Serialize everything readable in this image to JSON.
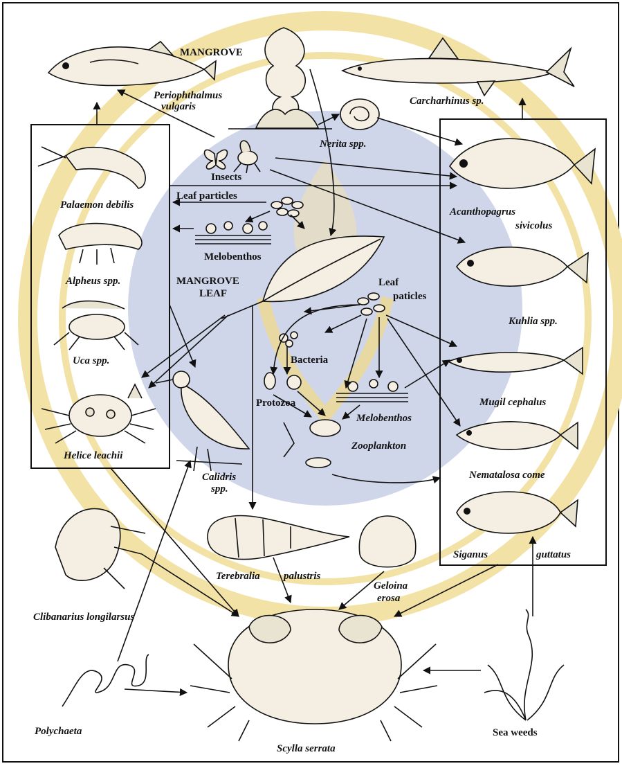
{
  "title": "MANGROVE",
  "colors": {
    "watermark_circle": "#cfd6ea",
    "watermark_gold": "#f3e2a6",
    "ink": "#111111"
  },
  "labels": {
    "periophthalmus_1": "Periophthalmus",
    "periophthalmus_2": "vulgaris",
    "carcharhinus": "Carcharhinus sp.",
    "nerita": "Nerita spp.",
    "insects": "Insects",
    "leaf_particles_top": "Leaf particles",
    "melobenthos_top": "Melobenthos",
    "mangrove_leaf_1": "MANGROVE",
    "mangrove_leaf_2": "LEAF",
    "leaf_particles_mid_1": "Leaf",
    "leaf_particles_mid_2": "paticles",
    "bacteria": "Bacteria",
    "protozoa": "Protozoa",
    "melobenthos_mid": "Melobenthos",
    "zooplankton": "Zooplankton",
    "palaemon": "Palaemon debilis",
    "alpheus": "Alpheus spp.",
    "uca": "Uca spp.",
    "helice": "Helice leachii",
    "acanthopagrus_1": "Acanthopagrus",
    "acanthopagrus_2": "sivicolus",
    "kuhlia": "Kuhlia spp.",
    "mugil": "Mugil cephalus",
    "nematalosa": "Nematalosa come",
    "siganus_1": "Siganus",
    "siganus_2": "guttatus",
    "calidris_1": "Calidris",
    "calidris_2": "spp.",
    "terebralia_1": "Terebralia",
    "terebralia_2": "palustris",
    "geloina_1": "Geloina",
    "geloina_2": "erosa",
    "clibanarius": "Clibanarius longilarsus",
    "polychaeta": "Polychaeta",
    "scylla": "Scylla serrata",
    "sea_weeds": "Sea weeds"
  },
  "icons": [
    "mangrove-tree-icon",
    "mudskipper-icon",
    "shark-icon",
    "snail-icon",
    "butterfly-icon",
    "fly-icon",
    "leaf-particles-icon",
    "melobenthos-icon",
    "mangrove-leaf-icon",
    "bacteria-icon",
    "protozoa-icon",
    "zooplankton-icon",
    "shrimp-icon",
    "snapping-shrimp-icon",
    "fiddler-crab-icon",
    "crab-icon",
    "bream-icon",
    "kuhlia-fish-icon",
    "mullet-icon",
    "gizzard-shad-icon",
    "rabbitfish-icon",
    "sandpiper-icon",
    "terebralia-shell-icon",
    "clam-icon",
    "hermit-crab-icon",
    "worm-icon",
    "mud-crab-icon",
    "seaweed-icon"
  ]
}
